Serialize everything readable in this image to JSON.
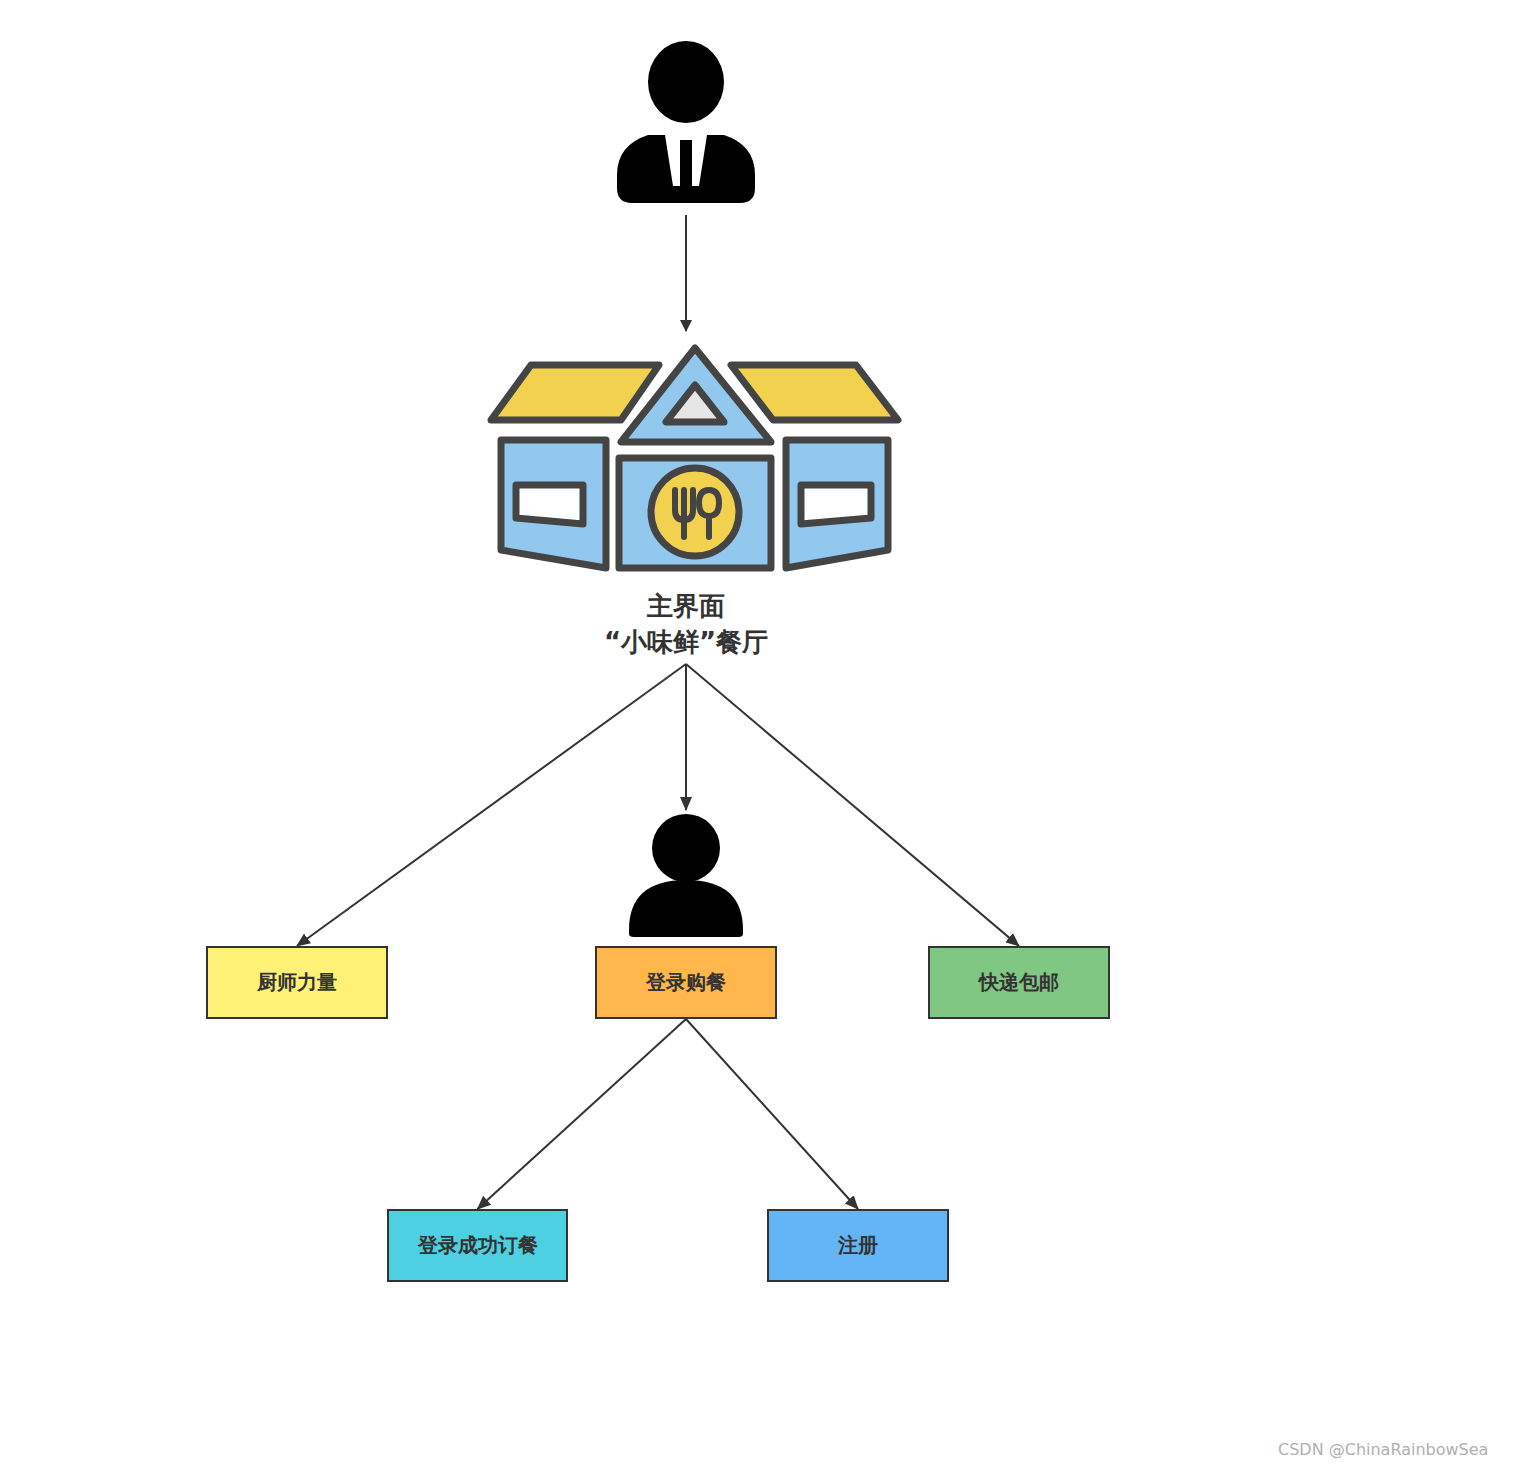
{
  "diagram": {
    "nodes": [
      {
        "text": [
          "主界面 “小味鲜”餐厅"
        ]
      },
      {
        "text": [
          "厨师力量"
        ]
      },
      {
        "text": [
          "登录购餐"
        ]
      },
      {
        "text": [
          "快递包邮"
        ]
      },
      {
        "text": [
          "登录成功订餐"
        ]
      },
      {
        "text": [
          "注册"
        ]
      }
    ],
    "edges": [
      {
        "from": 0,
        "to": 1,
        "arrow": "to"
      },
      {
        "from": 0,
        "to": 2,
        "arrow": "to"
      },
      {
        "from": 0,
        "to": 3,
        "arrow": "to"
      },
      {
        "from": 2,
        "to": 4,
        "arrow": "to"
      },
      {
        "from": 2,
        "to": 5,
        "arrow": "to"
      }
    ],
    "labels": [
      "CSDN @ChinaRainbowSea"
    ]
  }
}
